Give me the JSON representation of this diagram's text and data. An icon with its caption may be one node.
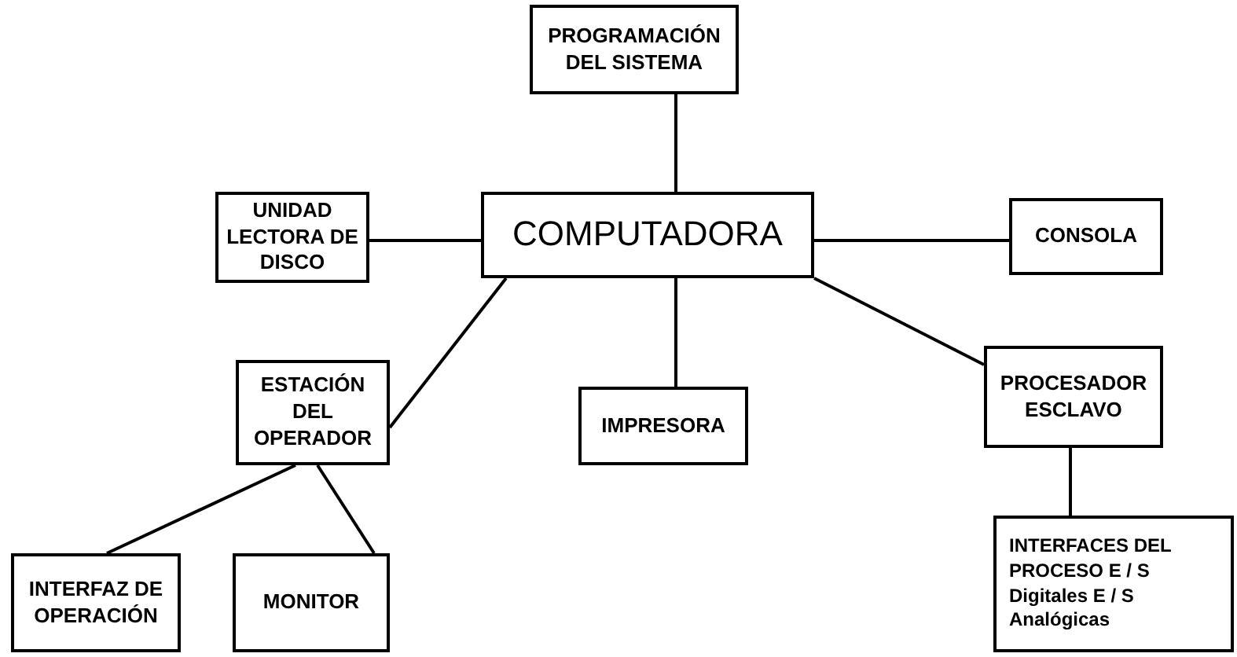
{
  "diagram": {
    "nodes": [
      {
        "text": [
          "PROGRAMACIÓN DEL SISTEMA"
        ]
      },
      {
        "text": [
          "UNIDAD LECTORA DE DISCO"
        ]
      },
      {
        "text": [
          "COMPUTADORA"
        ]
      },
      {
        "text": [
          "CONSOLA"
        ]
      },
      {
        "text": [
          "ESTACIÓN DEL OPERADOR"
        ]
      },
      {
        "text": [
          "IMPRESORA"
        ]
      },
      {
        "text": [
          "PROCESADOR ESCLAVO"
        ]
      },
      {
        "text": [
          "INTERFACES DEL PROCESO E / S Digitales E / S Analógicas"
        ]
      },
      {
        "text": [
          "INTERFAZ DE OPERACIÓN"
        ]
      },
      {
        "text": [
          "MONITOR"
        ]
      }
    ],
    "edges": [
      {
        "from": 0,
        "to": 2,
        "arrow": "none"
      },
      {
        "from": 1,
        "to": 2,
        "arrow": "none"
      },
      {
        "from": 2,
        "to": 3,
        "arrow": "none"
      },
      {
        "from": 2,
        "to": 4,
        "arrow": "none"
      },
      {
        "from": 2,
        "to": 5,
        "arrow": "none"
      },
      {
        "from": 2,
        "to": 6,
        "arrow": "none"
      },
      {
        "from": 6,
        "to": 7,
        "arrow": "none"
      },
      {
        "from": 4,
        "to": 8,
        "arrow": "none"
      },
      {
        "from": 4,
        "to": 9,
        "arrow": "none"
      }
    ]
  }
}
